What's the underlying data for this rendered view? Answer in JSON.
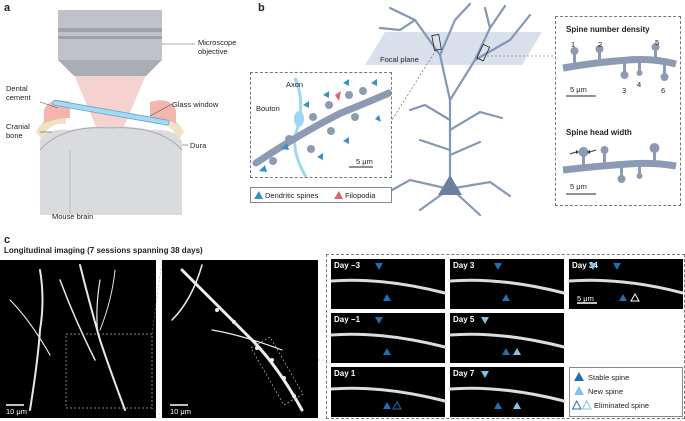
{
  "panels": {
    "a": "a",
    "b": "b",
    "c": "c"
  },
  "panel_a": {
    "objective": "Microscope\nobjective",
    "dental_cement": "Dental\ncement",
    "glass_window": "Glass window",
    "cranial_bone": "Cranial\nbone",
    "dura": "Dura",
    "mouse_brain": "Mouse brain"
  },
  "panel_b": {
    "focal_plane": "Focal plane",
    "axon": "Axon",
    "bouton": "Bouton",
    "scale_inset": "5 μm",
    "legend_spines": "Dendritic spines",
    "legend_filopodia": "Filopodia",
    "density_title": "Spine number density",
    "density_numbers": [
      "1",
      "2",
      "3",
      "4",
      "5",
      "6"
    ],
    "density_scale": "5 μm",
    "head_title": "Spine head width",
    "head_scale": "5 μm",
    "colors": {
      "spine": "#3b8fc4",
      "filopodia": "#e0626a",
      "neuron": "#7f93b0"
    }
  },
  "panel_c": {
    "title": "Longitudinal imaging (7 sessions spanning 38 days)",
    "scale_left": "10 μm",
    "scale_mid": "10 μm",
    "days": [
      "Day −3",
      "Day −1",
      "Day 1",
      "Day 3",
      "Day 5",
      "Day 7",
      "Day 34"
    ],
    "scale_day34": "5 μm",
    "legend": {
      "stable": "Stable spine",
      "new": "New spine",
      "eliminated": "Eliminated spine"
    },
    "colors": {
      "stable": "#1f6fb2",
      "new": "#7fc3ea"
    }
  }
}
